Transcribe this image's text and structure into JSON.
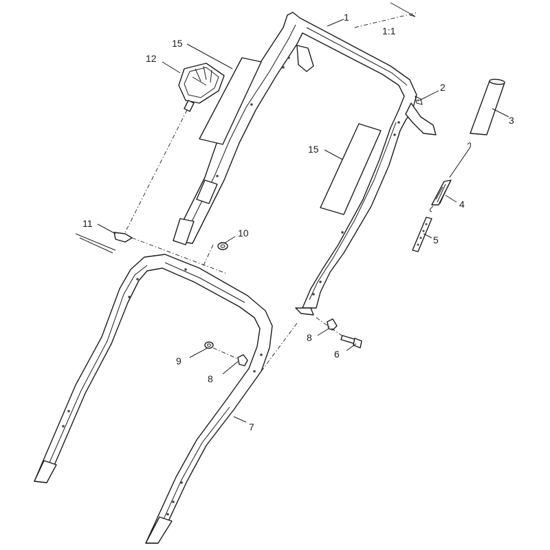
{
  "diagram": {
    "scale_label": "1:1",
    "callouts": [
      {
        "id": "c1",
        "label": "1"
      },
      {
        "id": "c2",
        "label": "2"
      },
      {
        "id": "c3",
        "label": "3"
      },
      {
        "id": "c4",
        "label": "4"
      },
      {
        "id": "c5",
        "label": "5"
      },
      {
        "id": "c6",
        "label": "6"
      },
      {
        "id": "c7",
        "label": "7"
      },
      {
        "id": "c8a",
        "label": "8"
      },
      {
        "id": "c8b",
        "label": "8"
      },
      {
        "id": "c9",
        "label": "9"
      },
      {
        "id": "c10",
        "label": "10"
      },
      {
        "id": "c11",
        "label": "11"
      },
      {
        "id": "c12",
        "label": "12"
      },
      {
        "id": "c15a",
        "label": "15"
      },
      {
        "id": "c15b",
        "label": "15"
      }
    ]
  }
}
